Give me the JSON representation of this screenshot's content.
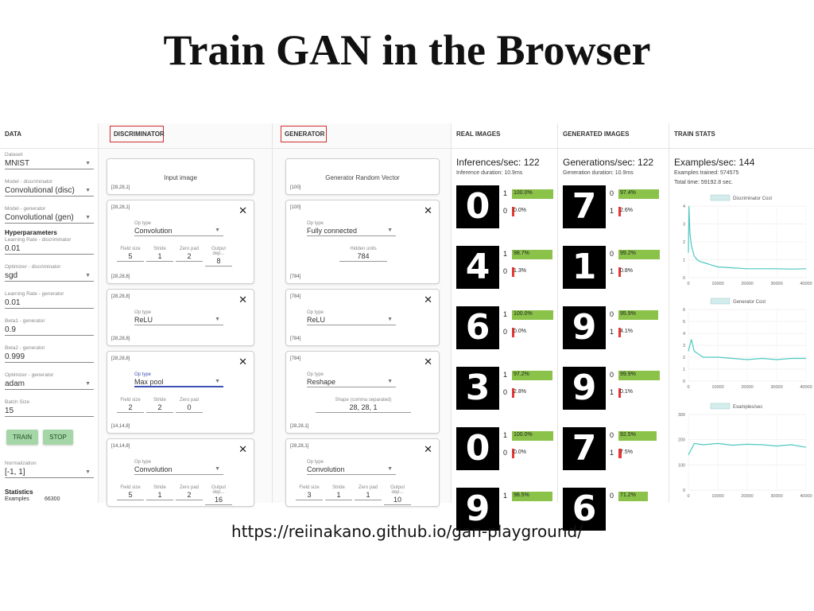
{
  "slide": {
    "title": "Train GAN in the Browser",
    "url": "https://reiinakano.github.io/gan-playground/"
  },
  "headers": {
    "data": "DATA",
    "discriminator": "DISCRIMINATOR",
    "generator": "GENERATOR",
    "real_images": "REAL IMAGES",
    "generated_images": "GENERATED IMAGES",
    "train_stats": "TRAIN STATS"
  },
  "data_panel": {
    "fields": [
      {
        "label": "Dataset",
        "value": "MNIST",
        "dropdown": true
      },
      {
        "label": "Model - discriminator",
        "value": "Convolutional (disc)",
        "dropdown": true
      },
      {
        "label": "Model - generator",
        "value": "Convolutional (gen)",
        "dropdown": true
      }
    ],
    "hyperparameters_heading": "Hyperparameters",
    "hyperparameters": [
      {
        "label": "Learning Rate - discriminator",
        "value": "0.01",
        "dropdown": false
      },
      {
        "label": "Optimizer - discriminator",
        "value": "sgd",
        "dropdown": true
      },
      {
        "label": "Learning Rate - generator",
        "value": "0.01",
        "dropdown": false
      },
      {
        "label": "Beta1 - generator",
        "value": "0.9",
        "dropdown": false
      },
      {
        "label": "Beta2 - generator",
        "value": "0.999",
        "dropdown": false
      },
      {
        "label": "Optimizer - generator",
        "value": "adam",
        "dropdown": true
      },
      {
        "label": "Batch Size",
        "value": "15",
        "dropdown": false
      }
    ],
    "train_button": "TRAIN",
    "stop_button": "STOP",
    "normalization": {
      "label": "Normalization",
      "value": "[-1, 1]"
    },
    "statistics_heading": "Statistics",
    "examples_label": "Examples",
    "examples_value": "66300"
  },
  "discriminator": {
    "input_label": "Input image",
    "input_shape": "[28,28,1]",
    "layers": [
      {
        "in_shape": "[28,28,1]",
        "out_shape": "[28,28,8]",
        "op_label": "Op type",
        "op": "Convolution",
        "params": [
          {
            "label": "Field size",
            "value": "5"
          },
          {
            "label": "Stride",
            "value": "1"
          },
          {
            "label": "Zero pad",
            "value": "2"
          },
          {
            "label": "Output dep...",
            "value": "8"
          }
        ]
      },
      {
        "in_shape": "[28,28,8]",
        "out_shape": "[28,28,8]",
        "op_label": "Op type",
        "op": "ReLU",
        "params": []
      },
      {
        "in_shape": "[28,28,8]",
        "out_shape": "[14,14,8]",
        "op_label": "Op type",
        "op": "Max pool",
        "params": [
          {
            "label": "Field size",
            "value": "2"
          },
          {
            "label": "Stride",
            "value": "2"
          },
          {
            "label": "Zero pad",
            "value": "0"
          }
        ]
      },
      {
        "in_shape": "[14,14,8]",
        "out_shape": "",
        "op_label": "Op type",
        "op": "Convolution",
        "params": [
          {
            "label": "Field size",
            "value": "5"
          },
          {
            "label": "Stride",
            "value": "1"
          },
          {
            "label": "Zero pad",
            "value": "2"
          },
          {
            "label": "Output dep...",
            "value": "16"
          }
        ]
      }
    ]
  },
  "generator": {
    "input_label": "Generator Random Vector",
    "input_shape": "[100]",
    "layers": [
      {
        "in_shape": "[100]",
        "out_shape": "[784]",
        "op_label": "Op type",
        "op": "Fully connected",
        "params": [
          {
            "label": "Hidden units",
            "value": "784"
          }
        ]
      },
      {
        "in_shape": "[784]",
        "out_shape": "[784]",
        "op_label": "Op type",
        "op": "ReLU",
        "params": []
      },
      {
        "in_shape": "[784]",
        "out_shape": "[28,28,1]",
        "op_label": "Op type",
        "op": "Reshape",
        "params": [
          {
            "label": "Shape (comma separated)",
            "value": "28, 28, 1"
          }
        ]
      },
      {
        "in_shape": "[28,28,1]",
        "out_shape": "",
        "op_label": "Op type",
        "op": "Convolution",
        "params": [
          {
            "label": "Field size",
            "value": "3"
          },
          {
            "label": "Stride",
            "value": "1"
          },
          {
            "label": "Zero pad",
            "value": "1"
          },
          {
            "label": "Output dep...",
            "value": "10"
          }
        ]
      }
    ]
  },
  "real_images": {
    "rate": "Inferences/sec: 122",
    "duration": "Inference duration: 10.9ms",
    "items": [
      {
        "digit": "0",
        "top_class": "1",
        "top_pct": "100.0%",
        "top_frac": 1.0,
        "low_class": "0",
        "low_pct": "0.0%",
        "low_frac": 0.0
      },
      {
        "digit": "4",
        "top_class": "1",
        "top_pct": "98.7%",
        "top_frac": 0.987,
        "low_class": "0",
        "low_pct": "1.3%",
        "low_frac": 0.013
      },
      {
        "digit": "6",
        "top_class": "1",
        "top_pct": "100.0%",
        "top_frac": 1.0,
        "low_class": "0",
        "low_pct": "0.0%",
        "low_frac": 0.0
      },
      {
        "digit": "3",
        "top_class": "1",
        "top_pct": "97.2%",
        "top_frac": 0.972,
        "low_class": "0",
        "low_pct": "2.8%",
        "low_frac": 0.028
      },
      {
        "digit": "0",
        "top_class": "1",
        "top_pct": "100.0%",
        "top_frac": 1.0,
        "low_class": "0",
        "low_pct": "0.0%",
        "low_frac": 0.0
      },
      {
        "digit": "9",
        "top_class": "1",
        "top_pct": "98.5%",
        "top_frac": 0.985,
        "low_class": "",
        "low_pct": "",
        "low_frac": 0.0
      }
    ]
  },
  "generated_images": {
    "rate": "Generations/sec: 122",
    "duration": "Generation duration: 10.9ms",
    "items": [
      {
        "digit": "7",
        "top_class": "0",
        "top_pct": "97.4%",
        "top_frac": 0.974,
        "low_class": "1",
        "low_pct": "2.6%",
        "low_frac": 0.026
      },
      {
        "digit": "1",
        "top_class": "0",
        "top_pct": "99.2%",
        "top_frac": 0.992,
        "low_class": "1",
        "low_pct": "0.8%",
        "low_frac": 0.008
      },
      {
        "digit": "9",
        "top_class": "0",
        "top_pct": "95.9%",
        "top_frac": 0.959,
        "low_class": "1",
        "low_pct": "4.1%",
        "low_frac": 0.041
      },
      {
        "digit": "9",
        "top_class": "0",
        "top_pct": "99.9%",
        "top_frac": 0.999,
        "low_class": "1",
        "low_pct": "0.1%",
        "low_frac": 0.001
      },
      {
        "digit": "7",
        "top_class": "0",
        "top_pct": "92.5%",
        "top_frac": 0.925,
        "low_class": "1",
        "low_pct": "7.5%",
        "low_frac": 0.075
      },
      {
        "digit": "6",
        "top_class": "0",
        "top_pct": "71.2%",
        "top_frac": 0.712,
        "low_class": "",
        "low_pct": "",
        "low_frac": 0.0
      }
    ]
  },
  "train_stats": {
    "rate": "Examples/sec: 144",
    "trained": "Examples trained: 574575",
    "total_time": "Total time: 59192.8 sec."
  },
  "colors": {
    "high_bar": "#8bc34a",
    "low_bar": "#e53935",
    "line": "#4dc8c0",
    "legend_fill": "#d4ecec",
    "accent_indigo": "#3f51b5",
    "button_green": "#a5d6a7"
  },
  "chart_data": [
    {
      "type": "line",
      "legend": "Discriminator Cost",
      "xlim": [
        0,
        40000
      ],
      "ylim": [
        0,
        4
      ],
      "xticks": [
        "0",
        "10000",
        "20000",
        "30000",
        "40000"
      ],
      "yticks": [
        "0",
        "1",
        "2",
        "3",
        "4"
      ],
      "series": [
        {
          "name": "Discriminator Cost",
          "x": [
            0,
            200,
            500,
            1000,
            2000,
            3000,
            4000,
            6000,
            8000,
            10000,
            15000,
            20000,
            25000,
            30000,
            35000,
            40000
          ],
          "y": [
            1.4,
            4.0,
            2.5,
            1.8,
            1.2,
            1.0,
            0.9,
            0.8,
            0.7,
            0.6,
            0.55,
            0.5,
            0.5,
            0.5,
            0.48,
            0.5
          ]
        }
      ]
    },
    {
      "type": "line",
      "legend": "Generator Cost",
      "xlim": [
        0,
        40000
      ],
      "ylim": [
        0,
        6
      ],
      "xticks": [
        "0",
        "10000",
        "20000",
        "30000",
        "40000"
      ],
      "yticks": [
        "0",
        "1",
        "2",
        "3",
        "4",
        "5",
        "6"
      ],
      "series": [
        {
          "name": "Generator Cost",
          "x": [
            0,
            1000,
            2000,
            5000,
            10000,
            15000,
            20000,
            25000,
            30000,
            35000,
            40000
          ],
          "y": [
            2.5,
            3.5,
            2.5,
            2.0,
            2.0,
            1.9,
            1.8,
            1.9,
            1.8,
            1.9,
            1.9
          ]
        }
      ]
    },
    {
      "type": "line",
      "legend": "Examples/sec",
      "xlim": [
        0,
        40000
      ],
      "ylim": [
        0,
        300
      ],
      "xticks": [
        "0",
        "10000",
        "20000",
        "30000",
        "40000"
      ],
      "yticks": [
        "0",
        "100",
        "200",
        "300"
      ],
      "series": [
        {
          "name": "Examples/sec",
          "x": [
            0,
            2000,
            5000,
            10000,
            15000,
            20000,
            25000,
            30000,
            35000,
            40000
          ],
          "y": [
            140,
            185,
            180,
            185,
            178,
            182,
            180,
            175,
            180,
            170
          ]
        }
      ]
    }
  ]
}
